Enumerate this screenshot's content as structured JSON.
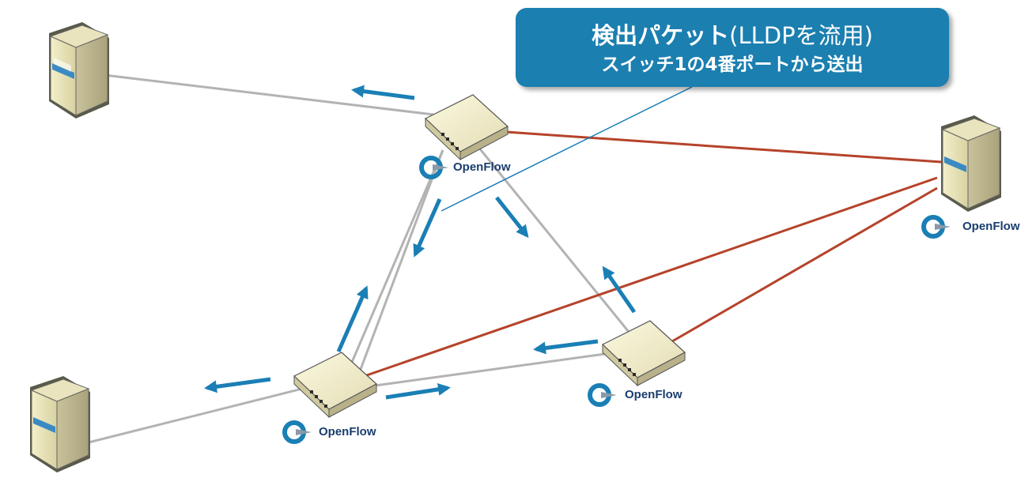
{
  "callout": {
    "title_bold": "検出パケット",
    "title_normal": "(LLDPを流用)",
    "subtitle": "スイッチ1の4番ポートから送出"
  },
  "openflow_labels": [
    "OpenFlow",
    "OpenFlow",
    "OpenFlow",
    "OpenFlow"
  ],
  "colors": {
    "callout": "#1b7fb0",
    "arrow": "#1a7fb5",
    "link_gray": "#b3b3b3",
    "link_red": "#b5432a",
    "pointer_line": "#1a7fb5"
  },
  "nodes": [
    "host-top-left",
    "host-bottom-left",
    "switch-top",
    "switch-bottom-left",
    "switch-bottom-right",
    "controller-server"
  ]
}
